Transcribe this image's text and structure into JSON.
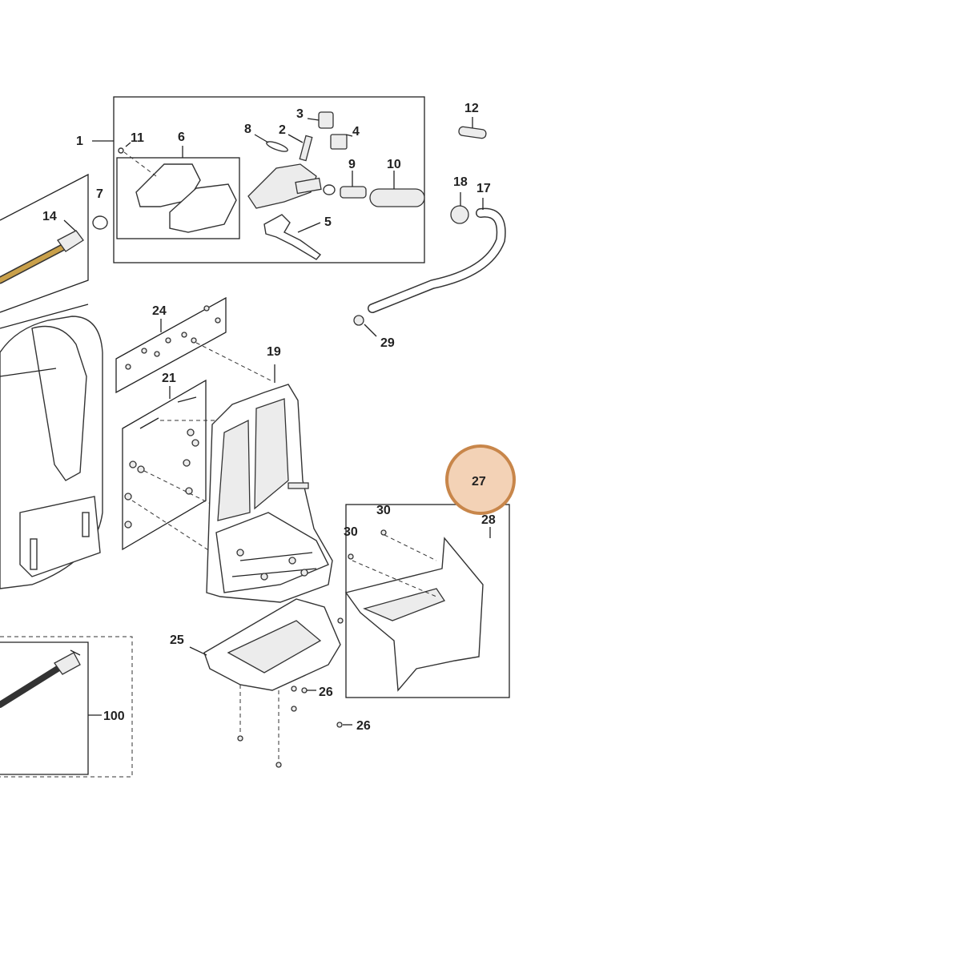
{
  "callouts": {
    "p1": "1",
    "p2": "2",
    "p3": "3",
    "p4": "4",
    "p5": "5",
    "p6": "6",
    "p7": "7",
    "p8": "8",
    "p9": "9",
    "p10": "10",
    "p11": "11",
    "p12": "12",
    "p14": "14",
    "p17": "17",
    "p18": "18",
    "p19": "19",
    "p21": "21",
    "p24": "24",
    "p25": "25",
    "p26a": "26",
    "p26b": "26",
    "p27": "27",
    "p28": "28",
    "p29": "29",
    "p30a": "30",
    "p30b": "30",
    "p100": "100"
  },
  "highlight": {
    "part": "27",
    "color": "#c8864a",
    "fill": "#f3d2b6"
  },
  "colors": {
    "line": "#222222",
    "wand_brass": "#c9a04a",
    "background": "#ffffff"
  }
}
